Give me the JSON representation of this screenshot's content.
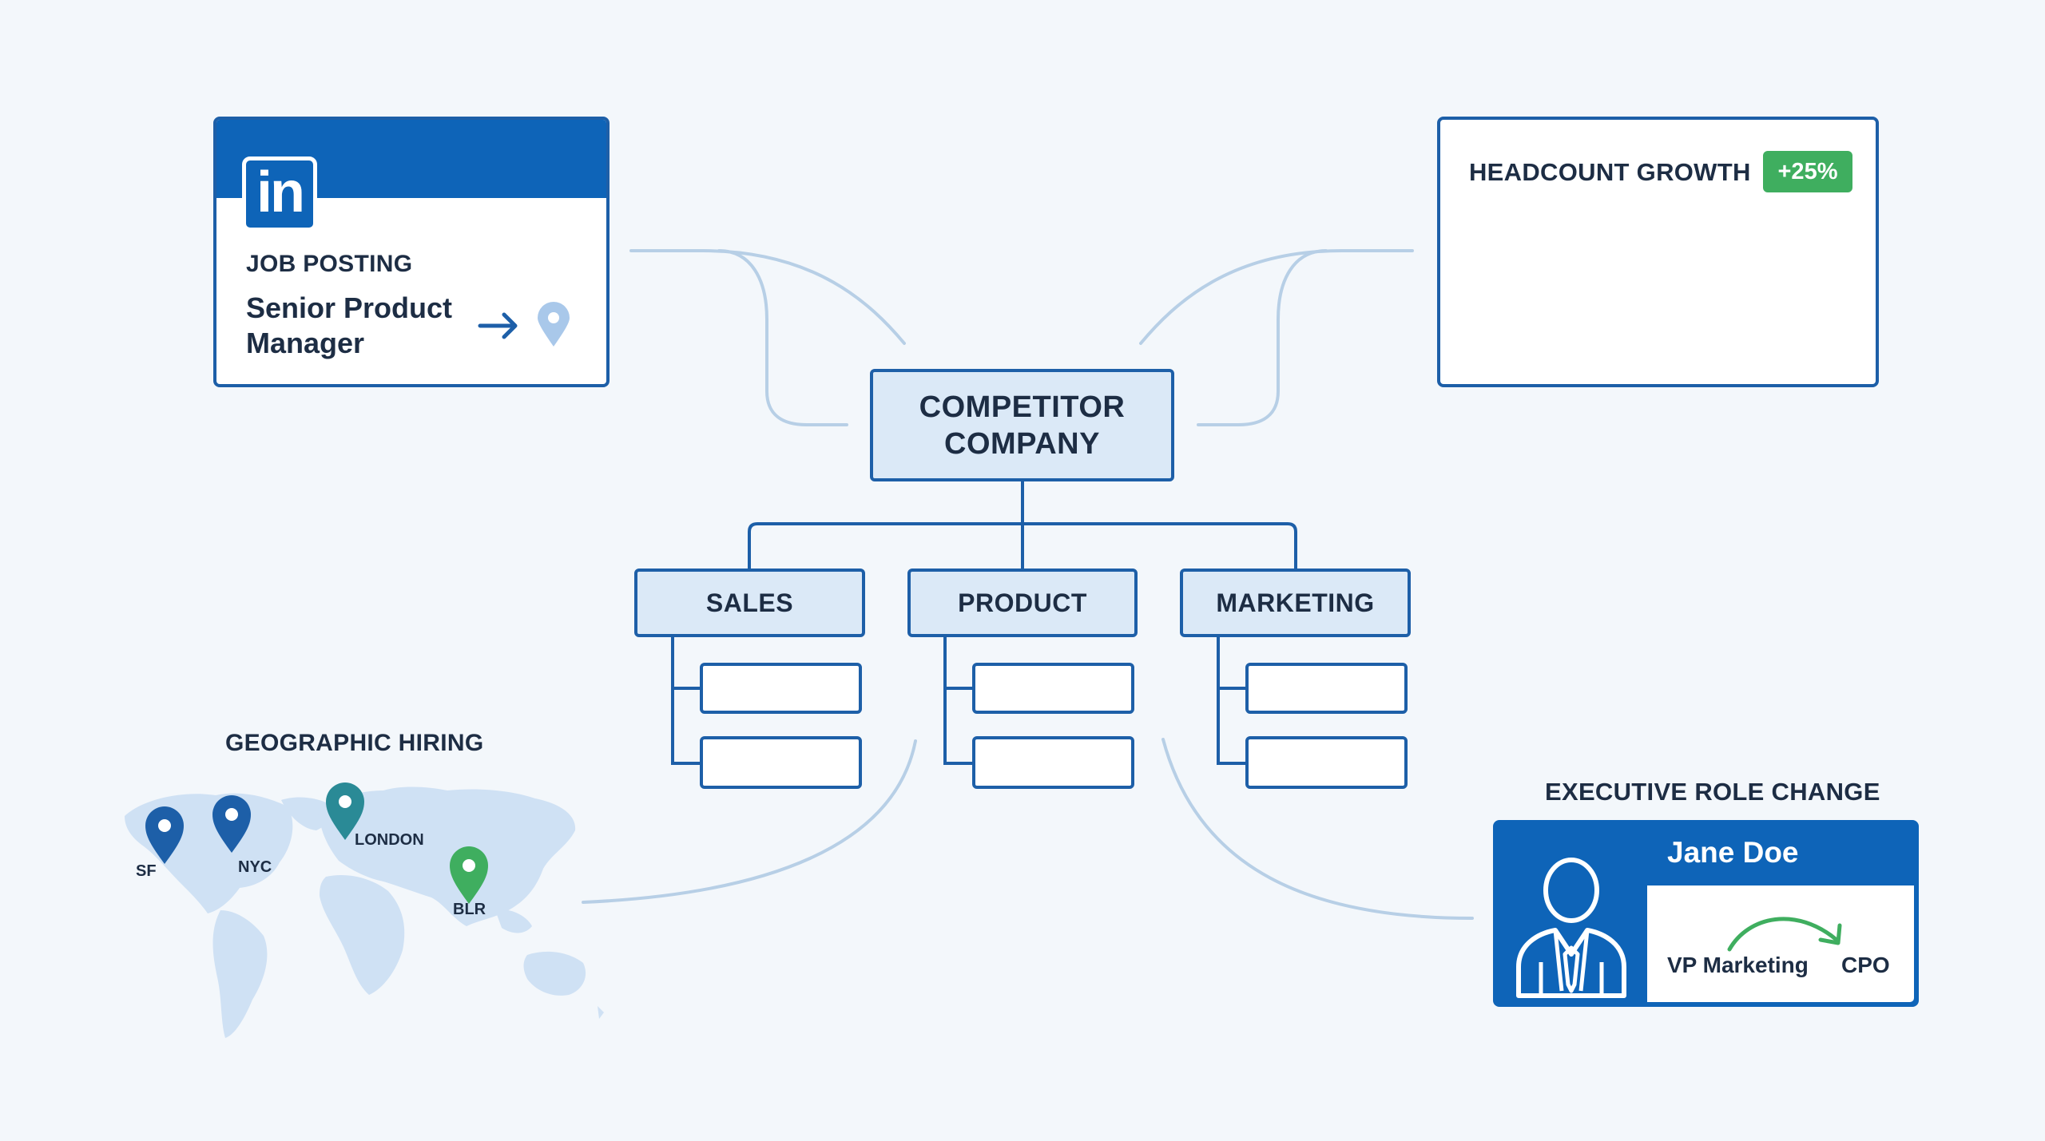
{
  "central": {
    "line1": "COMPETITOR",
    "line2": "COMPANY"
  },
  "departments": [
    {
      "label": "SALES"
    },
    {
      "label": "PRODUCT"
    },
    {
      "label": "MARKETING"
    }
  ],
  "job_posting": {
    "logo_text": "in",
    "label": "JOB POSTING",
    "title": "Senior Product Manager",
    "icons": [
      "linkedin-icon",
      "arrow-right-icon",
      "location-pin-icon"
    ]
  },
  "headcount": {
    "label": "HEADCOUNT GROWTH",
    "badge": "+25%",
    "trend_icon": "arrow-up-right-icon"
  },
  "geographic": {
    "label": "GEOGRAPHIC HIRING",
    "locations": [
      {
        "name": "SF",
        "color": "#1d5fa8"
      },
      {
        "name": "NYC",
        "color": "#1d5fa8"
      },
      {
        "name": "LONDON",
        "color": "#2a8a96"
      },
      {
        "name": "BLR",
        "color": "#3fae5f"
      }
    ]
  },
  "executive": {
    "label": "EXECUTIVE ROLE CHANGE",
    "name": "Jane Doe",
    "from_role": "VP Marketing",
    "to_role": "CPO",
    "icons": [
      "executive-avatar-icon",
      "curved-arrow-icon"
    ]
  },
  "colors": {
    "background": "#f3f7fb",
    "primary": "#1d5fa8",
    "linkedin_blue": "#0e64b8",
    "light_fill": "#dbe9f7",
    "connector": "#b7cfe6",
    "accent_green": "#3fae5f"
  }
}
